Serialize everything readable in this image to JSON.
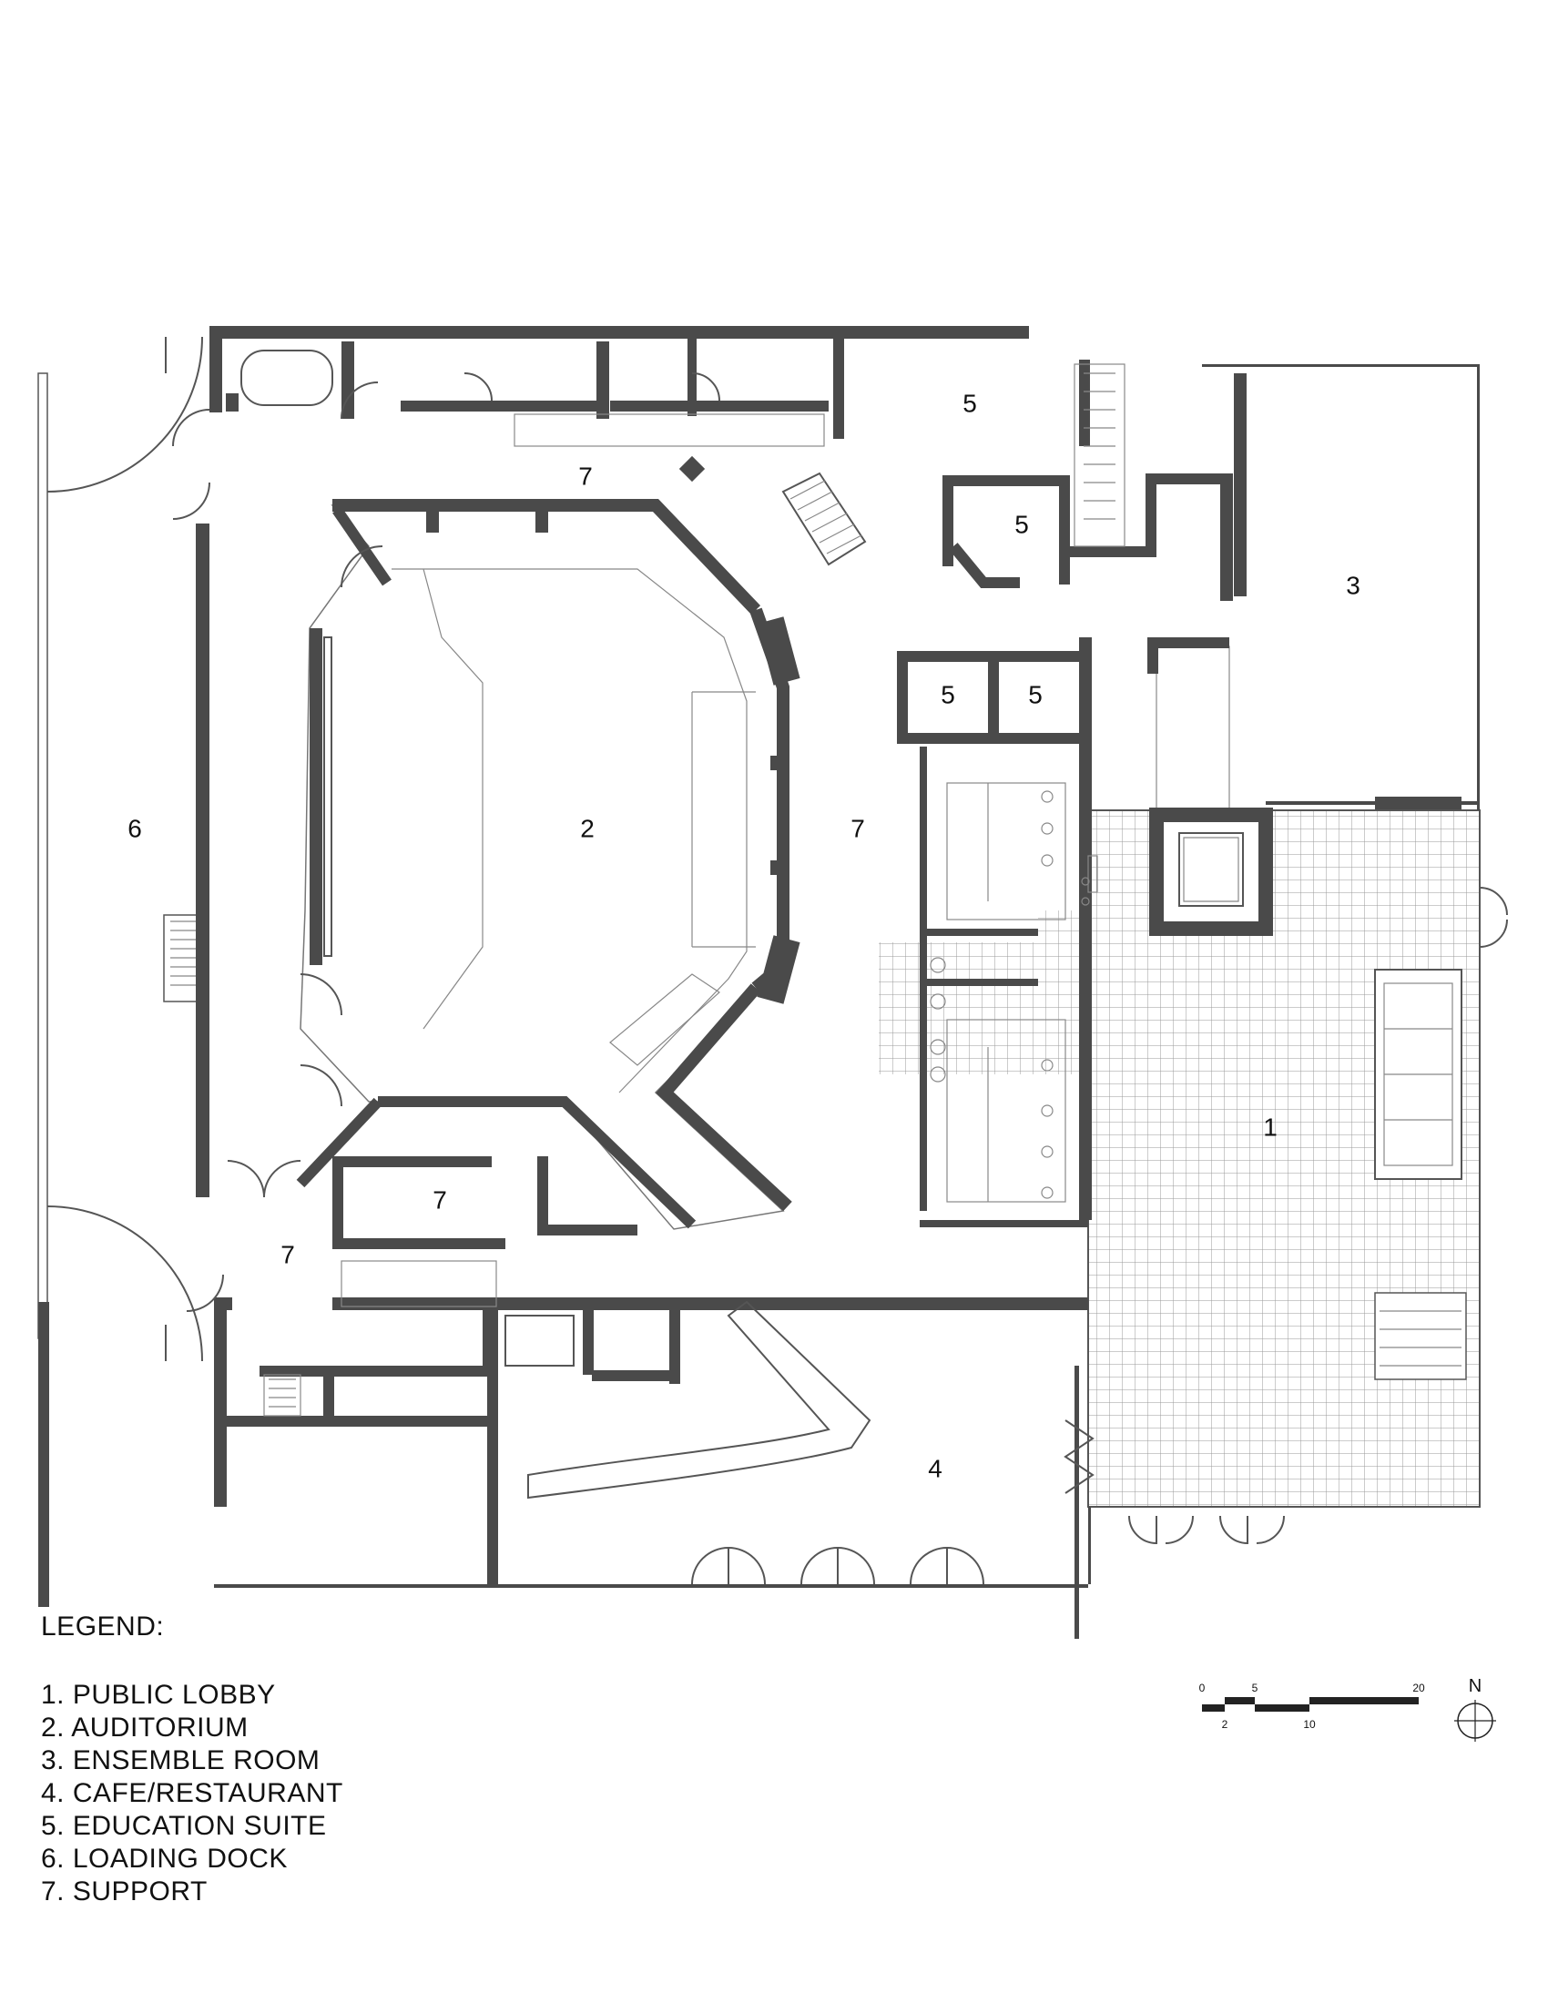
{
  "rooms": {
    "r1": "1",
    "r2": "2",
    "r3": "3",
    "r4": "4",
    "r5a": "5",
    "r5b": "5",
    "r5c": "5",
    "r5d": "5",
    "r6": "6",
    "r7a": "7",
    "r7b": "7",
    "r7c": "7",
    "r7d": "7"
  },
  "legend": {
    "title": "LEGEND:",
    "items": [
      "1. PUBLIC LOBBY",
      "2. AUDITORIUM",
      "3. ENSEMBLE ROOM",
      "4. CAFE/RESTAURANT",
      "5. EDUCATION SUITE",
      "6. LOADING DOCK",
      "7. SUPPORT"
    ]
  },
  "scale": {
    "ticks_top": [
      "0",
      "5",
      "20"
    ],
    "ticks_bottom": [
      "2",
      "10"
    ]
  },
  "north": "N",
  "colors": {
    "wall": "#4a4a4a",
    "grid": "#9a9a9a"
  }
}
